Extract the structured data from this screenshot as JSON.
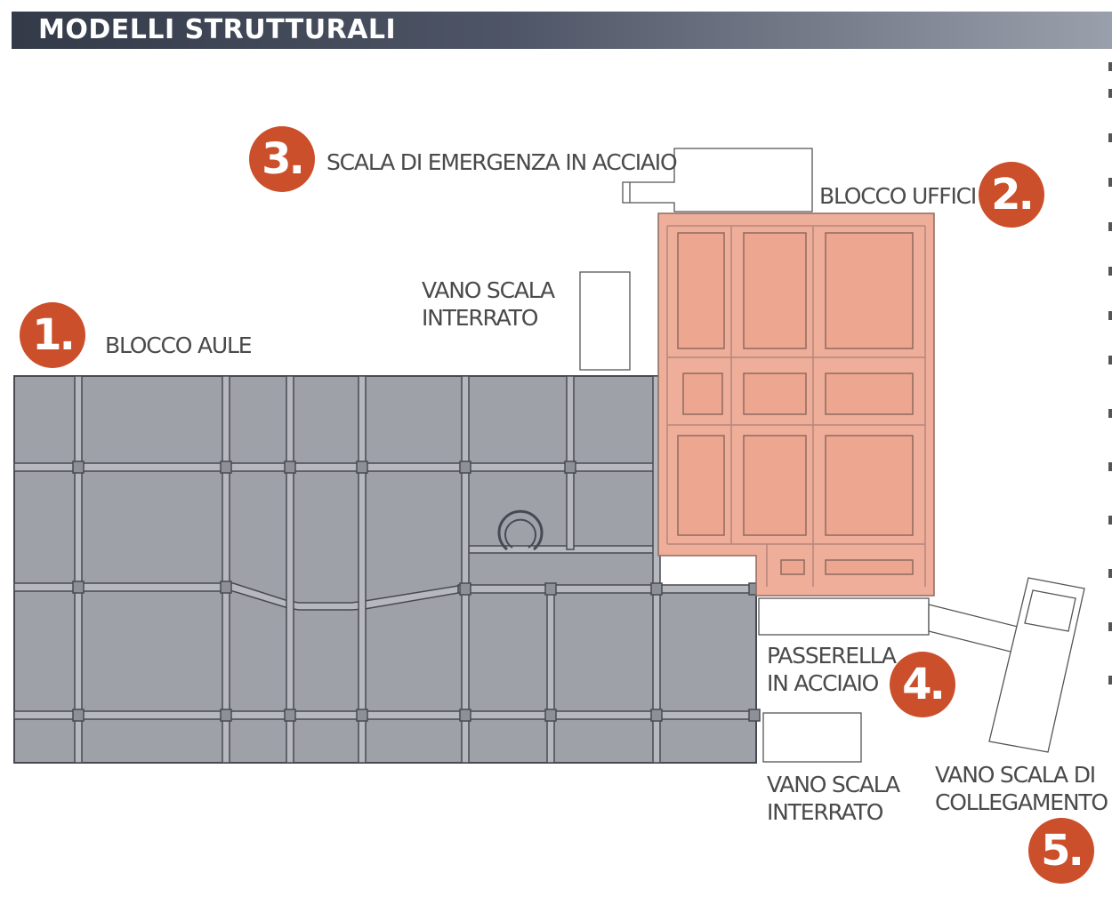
{
  "header": {
    "title": "MODELLI STRUTTURALI"
  },
  "blocks": [
    {
      "number": "1.",
      "label": "BLOCCO AULE"
    },
    {
      "number": "2.",
      "label": "BLOCCO UFFICI"
    },
    {
      "number": "3.",
      "label": "SCALA DI EMERGENZA IN ACCIAIO"
    },
    {
      "number": "4.",
      "label_line1": "PASSERELLA",
      "label_line2": "IN ACCIAIO"
    },
    {
      "number": "5.",
      "label_line1": "VANO SCALA DI",
      "label_line2": "COLLEGAMENTO"
    }
  ],
  "stairwells": [
    {
      "label_line1": "VANO SCALA",
      "label_line2": "INTERRATO"
    },
    {
      "label_line1": "VANO SCALA",
      "label_line2": "INTERRATO"
    }
  ],
  "colors": {
    "accent": "#cb4f2b",
    "slab": "#9fa1a8",
    "office": "#eeae9a",
    "beam": "#474a52"
  }
}
